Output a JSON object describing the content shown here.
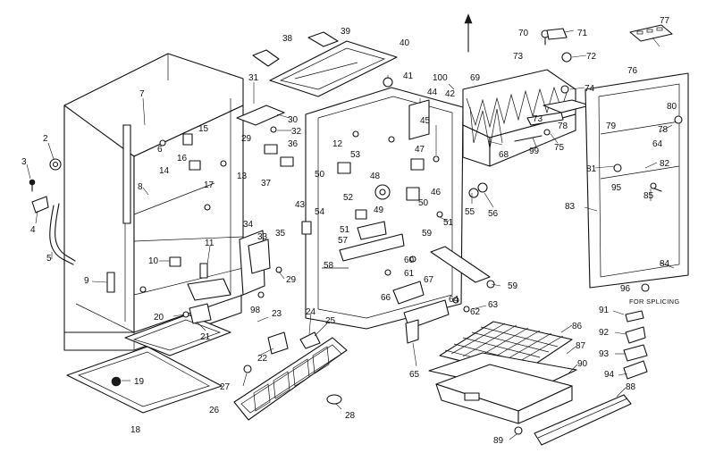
{
  "diagram": {
    "callouts": [
      "2",
      "3",
      "4",
      "5",
      "6",
      "7",
      "8",
      "9",
      "10",
      "11",
      "12",
      "13",
      "14",
      "15",
      "16",
      "17",
      "18",
      "19",
      "20",
      "21",
      "22",
      "23",
      "24",
      "25",
      "26",
      "27",
      "28",
      "29",
      "30",
      "31",
      "32",
      "33",
      "34",
      "35",
      "36",
      "37",
      "38",
      "39",
      "40",
      "41",
      "42",
      "43",
      "44",
      "45",
      "46",
      "47",
      "48",
      "49",
      "50",
      "51",
      "52",
      "53",
      "54",
      "55",
      "56",
      "57",
      "58",
      "59",
      "60",
      "61",
      "62",
      "63",
      "64",
      "65",
      "66",
      "67",
      "68",
      "69",
      "70",
      "71",
      "72",
      "73",
      "74",
      "75",
      "76",
      "77",
      "78",
      "79",
      "80",
      "81",
      "82",
      "83",
      "84",
      "85",
      "86",
      "87",
      "88",
      "89",
      "90",
      "91",
      "92",
      "93",
      "94",
      "95",
      "96",
      "98",
      "99",
      "100"
    ],
    "splicing_note": "FOR SPLICING",
    "line_color": "#111111",
    "background_color": "#ffffff"
  }
}
